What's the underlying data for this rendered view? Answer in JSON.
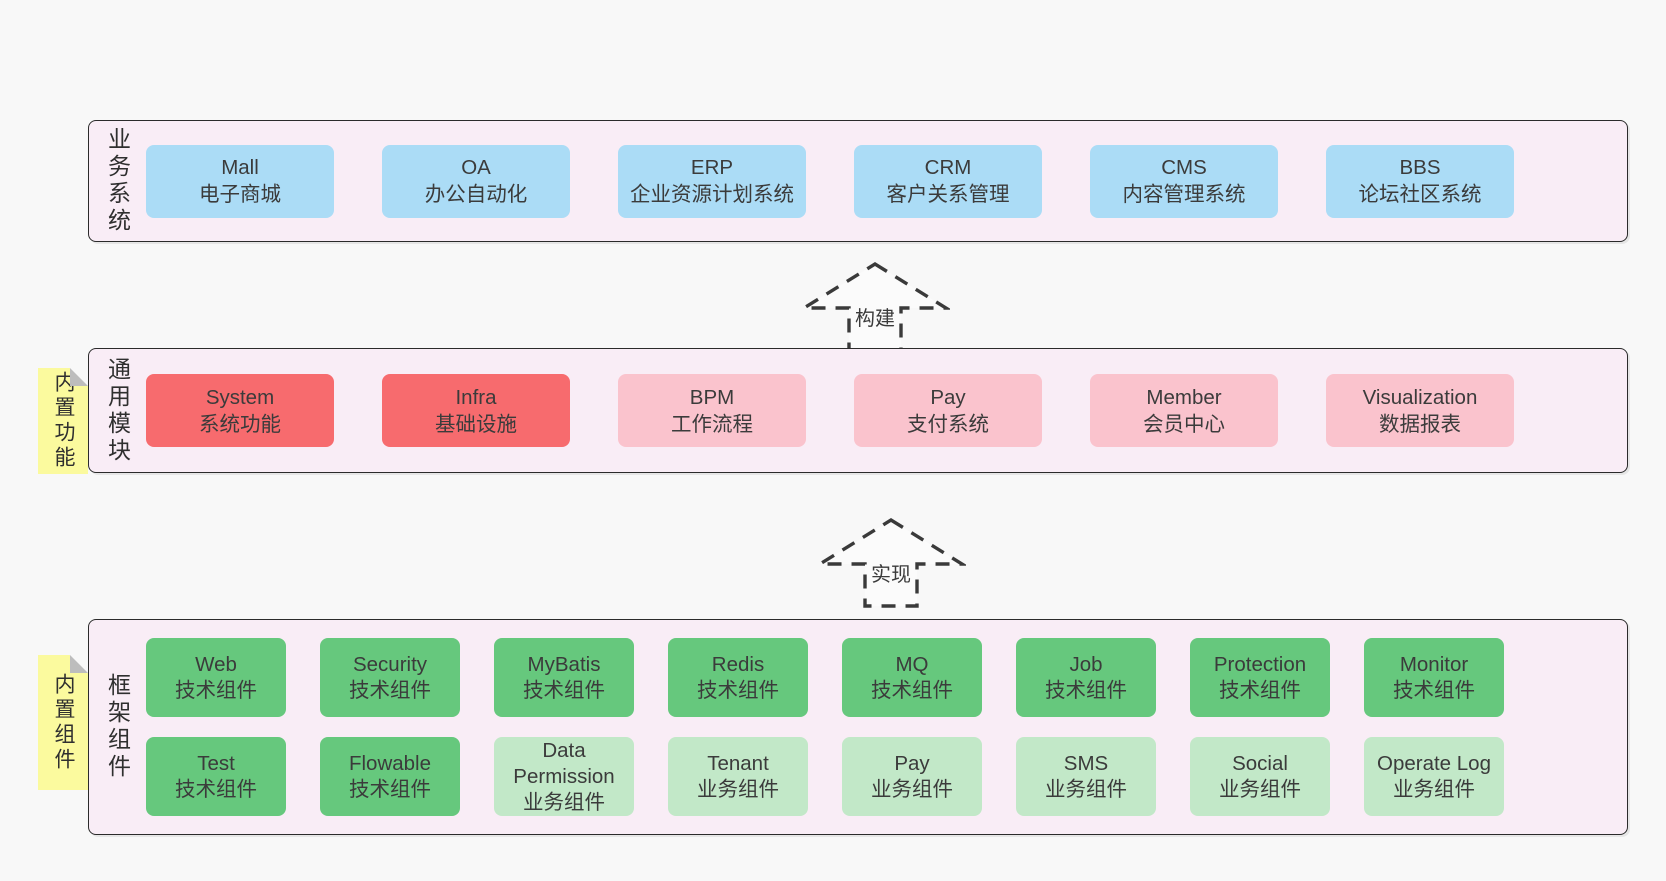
{
  "colors": {
    "page_bg": "#f8f8f8",
    "panel_bg": "#f9edf6",
    "panel_border": "#2b2b2b",
    "blue_box": "#abdcf6",
    "red_box": "#f76b6e",
    "pink_box": "#fac3cd",
    "green_box": "#66c87d",
    "light_green_box": "#c2e8c8",
    "note_bg": "#fbfa9e",
    "note_fold": "#bdbdbd",
    "text": "#3b3b3b"
  },
  "arrows": {
    "build": {
      "label": "构建"
    },
    "implement": {
      "label": "实现"
    }
  },
  "sections": {
    "business": {
      "label": "业务系统",
      "boxes": [
        {
          "en": "Mall",
          "zh": "电子商城"
        },
        {
          "en": "OA",
          "zh": "办公自动化"
        },
        {
          "en": "ERP",
          "zh": "企业资源计划系统"
        },
        {
          "en": "CRM",
          "zh": "客户关系管理"
        },
        {
          "en": "CMS",
          "zh": "内容管理系统"
        },
        {
          "en": "BBS",
          "zh": "论坛社区系统"
        }
      ]
    },
    "modules": {
      "label": "通用模块",
      "note": "内置功能",
      "boxes": [
        {
          "en": "System",
          "zh": "系统功能"
        },
        {
          "en": "Infra",
          "zh": "基础设施"
        },
        {
          "en": "BPM",
          "zh": "工作流程"
        },
        {
          "en": "Pay",
          "zh": "支付系统"
        },
        {
          "en": "Member",
          "zh": "会员中心"
        },
        {
          "en": "Visualization",
          "zh": "数据报表"
        }
      ]
    },
    "framework": {
      "label": "框架组件",
      "note": "内置组件",
      "row1": [
        {
          "en": "Web",
          "zh": "技术组件"
        },
        {
          "en": "Security",
          "zh": "技术组件"
        },
        {
          "en": "MyBatis",
          "zh": "技术组件"
        },
        {
          "en": "Redis",
          "zh": "技术组件"
        },
        {
          "en": "MQ",
          "zh": "技术组件"
        },
        {
          "en": "Job",
          "zh": "技术组件"
        },
        {
          "en": "Protection",
          "zh": "技术组件"
        },
        {
          "en": "Monitor",
          "zh": "技术组件"
        }
      ],
      "row2": [
        {
          "en": "Test",
          "zh": "技术组件"
        },
        {
          "en": "Flowable",
          "zh": "技术组件"
        },
        {
          "en": "Data Permission",
          "zh": "业务组件"
        },
        {
          "en": "Tenant",
          "zh": "业务组件"
        },
        {
          "en": "Pay",
          "zh": "业务组件"
        },
        {
          "en": "SMS",
          "zh": "业务组件"
        },
        {
          "en": "Social",
          "zh": "业务组件"
        },
        {
          "en": "Operate Log",
          "zh": "业务组件"
        }
      ]
    }
  }
}
